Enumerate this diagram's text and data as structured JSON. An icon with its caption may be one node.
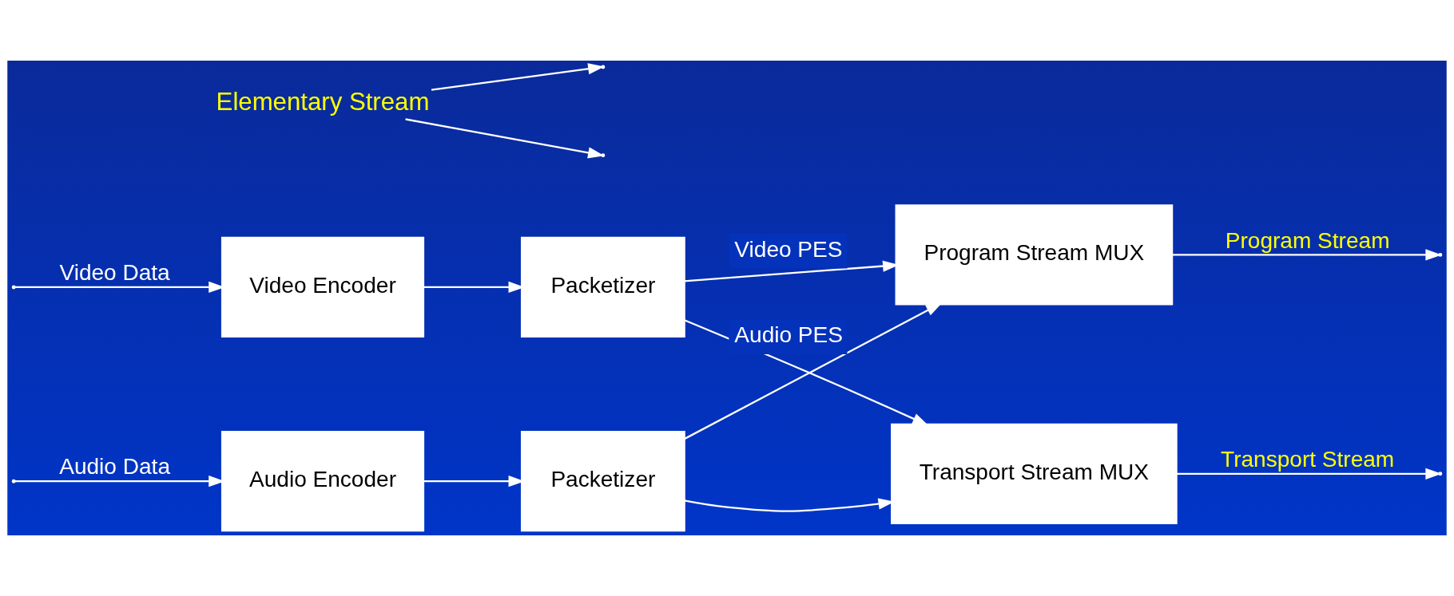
{
  "diagram": {
    "nodes": [
      {
        "text": [
          "Video Encoder"
        ]
      },
      {
        "text": [
          "Packetizer"
        ]
      },
      {
        "text": [
          "Audio Encoder"
        ]
      },
      {
        "text": [
          "Packetizer"
        ]
      },
      {
        "text": [
          "Program Stream MUX"
        ]
      },
      {
        "text": [
          "Transport Stream MUX"
        ]
      },
      {
        "text": [
          "Elementary Stream"
        ]
      }
    ],
    "edges": [
      {
        "from": null,
        "to": 0,
        "arrow": "to",
        "label": "Video Data"
      },
      {
        "from": 0,
        "to": 1,
        "arrow": "to"
      },
      {
        "from": null,
        "to": 2,
        "arrow": "to",
        "label": "Audio Data"
      },
      {
        "from": 2,
        "to": 3,
        "arrow": "to"
      },
      {
        "from": 1,
        "to": 4,
        "arrow": "to",
        "label": "Video PES"
      },
      {
        "from": 1,
        "to": 5,
        "arrow": "to"
      },
      {
        "from": 3,
        "to": 4,
        "arrow": "to",
        "label": "Audio PES"
      },
      {
        "from": 3,
        "to": 5,
        "arrow": "to"
      },
      {
        "from": 4,
        "to": null,
        "arrow": "to",
        "label": "Program Stream"
      },
      {
        "from": 5,
        "to": null,
        "arrow": "to",
        "label": "Transport Stream"
      },
      {
        "from": 6,
        "to": null,
        "arrow": "to"
      },
      {
        "from": 6,
        "to": null,
        "arrow": "to"
      }
    ]
  }
}
